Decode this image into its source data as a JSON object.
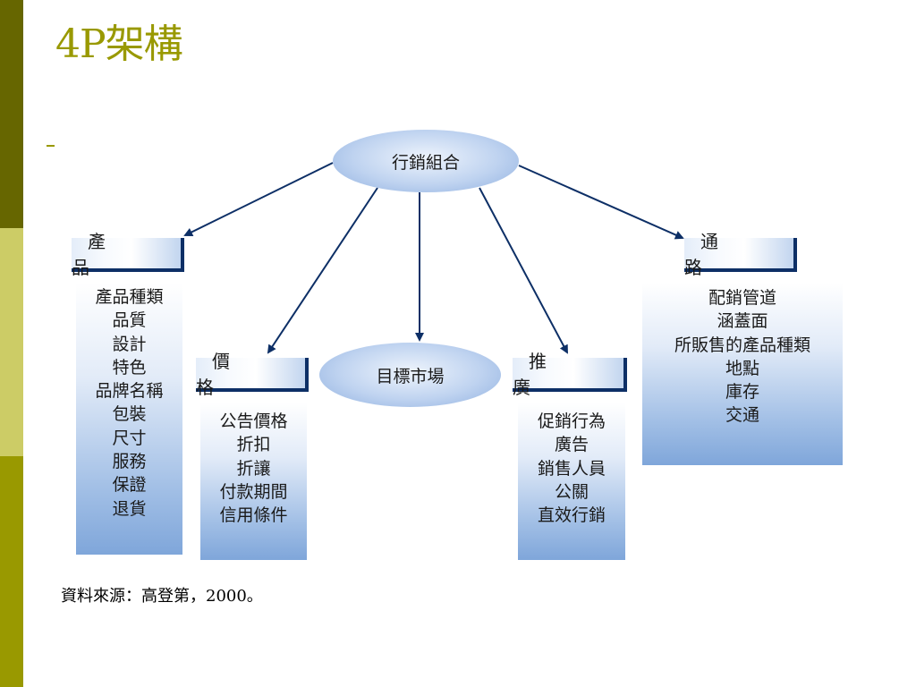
{
  "title": "4P架構",
  "center_node": "行銷組合",
  "target_node": "目標市場",
  "categories": {
    "product": {
      "label": "產　品",
      "items": [
        "產品種類",
        "品質",
        "設計",
        "特色",
        "品牌名稱",
        "包裝",
        "尺寸",
        "服務",
        "保證",
        "退貨"
      ]
    },
    "price": {
      "label": "價　格",
      "items": [
        "公告價格",
        "折扣",
        "折讓",
        "付款期間",
        "信用條件"
      ]
    },
    "promotion": {
      "label": "推　廣",
      "items": [
        "促銷行為",
        "廣告",
        "銷售人員",
        "公關",
        "直效行銷"
      ]
    },
    "place": {
      "label": "通　路",
      "items": [
        "配銷管道",
        "涵蓋面",
        "所販售的產品種類",
        "地點",
        "庫存",
        "交通"
      ]
    }
  },
  "source_note": "資料來源：高登第，2000。",
  "colors": {
    "sidebar_dark": "#666600",
    "sidebar_light": "#cccc66",
    "sidebar_mid": "#999900",
    "title": "#999900",
    "arrow": "#0d2f66",
    "node_fill": "#bfd3f0"
  }
}
